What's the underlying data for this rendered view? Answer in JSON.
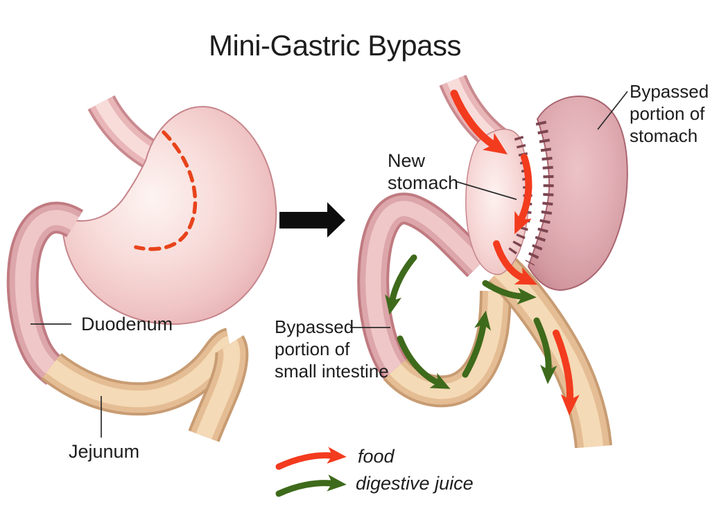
{
  "title": "Mini-Gastric Bypass",
  "before": {
    "duodenum_label": "Duodenum",
    "jejunum_label": "Jejunum"
  },
  "after": {
    "new_stomach_label": [
      "New",
      "stomach"
    ],
    "bypassed_stomach_label": [
      "Bypassed",
      "portion of",
      "stomach"
    ],
    "bypassed_intestine_label": [
      "Bypassed",
      "portion of",
      "small intestine"
    ]
  },
  "legend": {
    "food": "food",
    "digestive_juice": "digestive juice"
  },
  "colors": {
    "food_arrow": "#f33b1e",
    "digestive_juice_arrow": "#3e6a1b",
    "stomach_pink": "#f2cecd",
    "bypassed_stomach_pink": "#d9a2a8",
    "intestine_tan": "#e6bf97",
    "duodenum_pink": "#dda6aa",
    "staple_line": "#7d4550",
    "cut_line": "#e8431b",
    "transition_arrow": "#0d0d0d",
    "text": "#1d1d1d"
  }
}
